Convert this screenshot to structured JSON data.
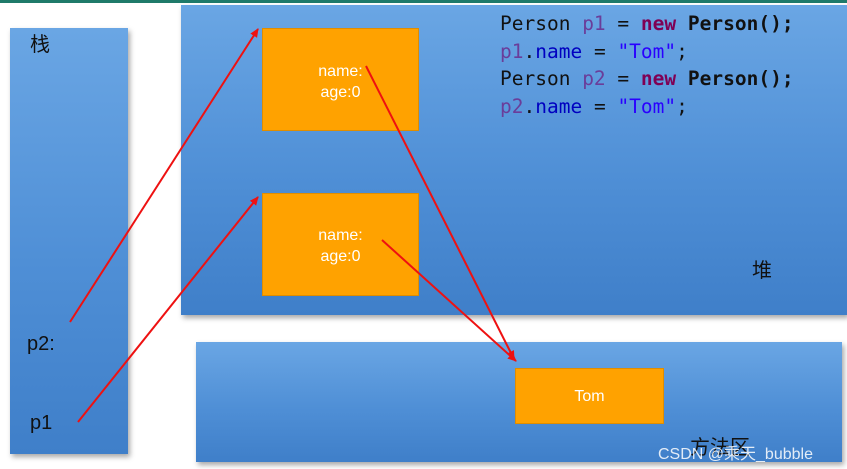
{
  "labels": {
    "stack": "栈",
    "heap": "堆",
    "method_area": "方法区",
    "p2": "p2:",
    "p1": "p1"
  },
  "objects": {
    "obj1": {
      "name": "name:",
      "age": "age:0"
    },
    "obj2": {
      "name": "name:",
      "age": "age:0"
    },
    "tom": "Tom"
  },
  "code": {
    "line1": {
      "t1": "Person ",
      "v": "p1",
      "t2": " = ",
      "kw": "new",
      "t3": " ",
      "cls": "Person",
      "t4": "();"
    },
    "line2": {
      "v": "p1",
      "dot": ".",
      "f": "name",
      "t2": " = ",
      "s": "\"Tom\"",
      "t3": ";"
    },
    "line3": {
      "t1": "Person ",
      "v": "p2",
      "t2": " = ",
      "kw": "new",
      "t3": " ",
      "cls": "Person",
      "t4": "();"
    },
    "line4": {
      "v": "p2",
      "dot": ".",
      "f": "name",
      "t2": " = ",
      "s": "\"Tom\"",
      "t3": ";"
    }
  },
  "watermark": "CSDN @乘天_bubble",
  "colors": {
    "region": "#5a9ae0",
    "object": "#ffa200",
    "arrow": "#ee1111"
  }
}
